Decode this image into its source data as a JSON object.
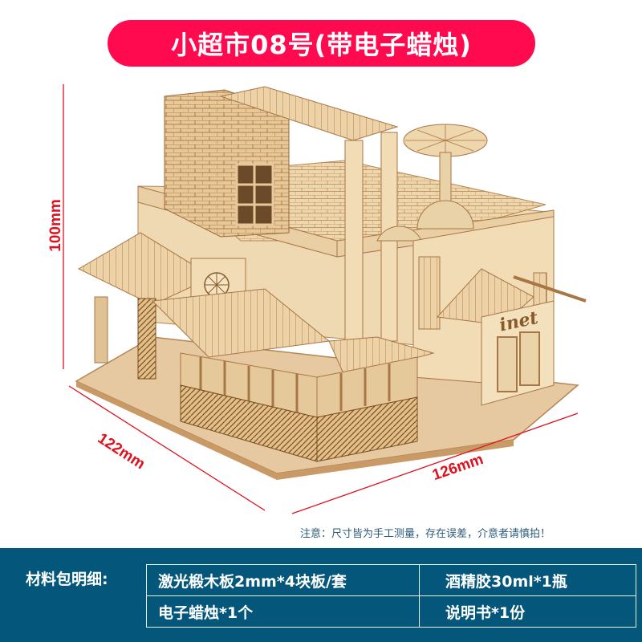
{
  "header": {
    "title": "小超市08号(带电子蜡烛)",
    "pill_color": "#ff0a4e"
  },
  "product_image": {
    "description": "Laser-cut wooden 3D model of a small supermarket building with brick tower, rooftop umbrellas, awnings and 'inet' sign",
    "sign_text": "inet"
  },
  "dimensions": {
    "height": "100mm",
    "depth": "122mm",
    "width": "126mm",
    "line_color": "#e0101e"
  },
  "note": "注意：尺寸皆为手工测量，存在误差，介意者请慎拍！",
  "materials": {
    "label": "材料包明细:",
    "band_color": "#04577a",
    "rows": [
      [
        "激光椴木板2mm*4块板/套",
        "酒精胶30ml*1瓶"
      ],
      [
        "电子蜡烛*1个",
        "说明书*1份"
      ]
    ]
  }
}
